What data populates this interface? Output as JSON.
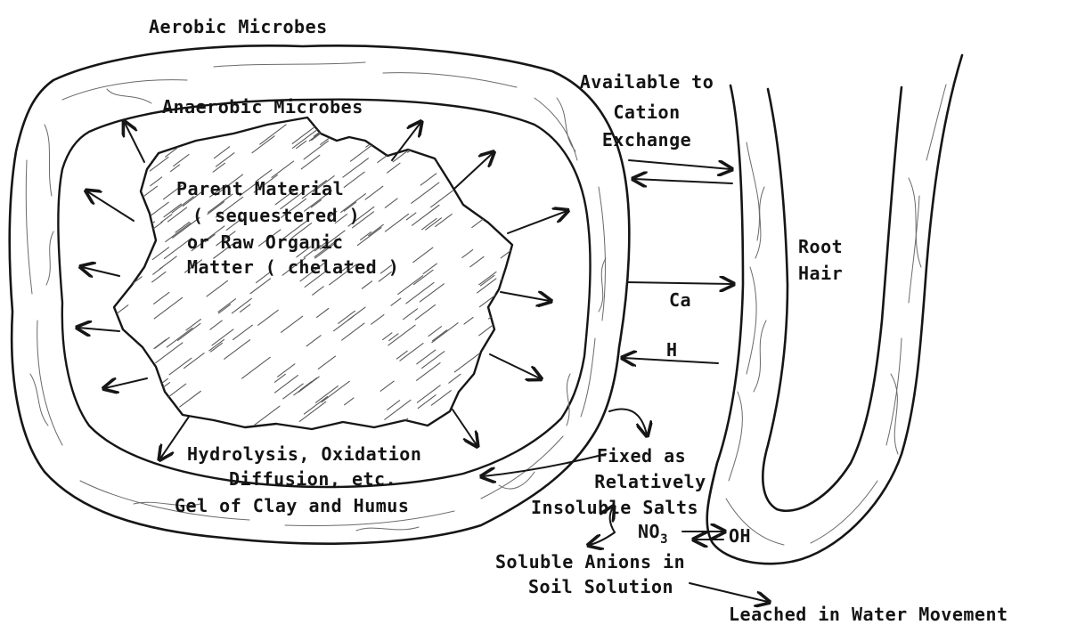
{
  "labels": {
    "aerobic": "Aerobic Microbes",
    "anaerobic": "Anaerobic Microbes",
    "parent_1": "Parent Material",
    "parent_2": "( sequestered )",
    "parent_3": "or Raw Organic",
    "parent_4": "Matter ( chelated )",
    "hydrolysis_1": "Hydrolysis, Oxidation",
    "hydrolysis_2": "Diffusion, etc.",
    "gel": "Gel of Clay and Humus",
    "available_1": "Available to",
    "available_2": "Cation",
    "available_3": "Exchange",
    "root_1": "Root",
    "root_2": "Hair",
    "ca": "Ca",
    "h": "H",
    "fixed_1": "Fixed as",
    "fixed_2": "Relatively",
    "fixed_3": "Insoluble Salts",
    "no3_main": "NO",
    "no3_sub": "3",
    "oh": "OH",
    "soluble_1": "Soluble Anions in",
    "soluble_2": "Soil Solution",
    "leached": "Leached in Water Movement"
  },
  "colors": {
    "ink": "#161616",
    "paper": "#ffffff"
  }
}
